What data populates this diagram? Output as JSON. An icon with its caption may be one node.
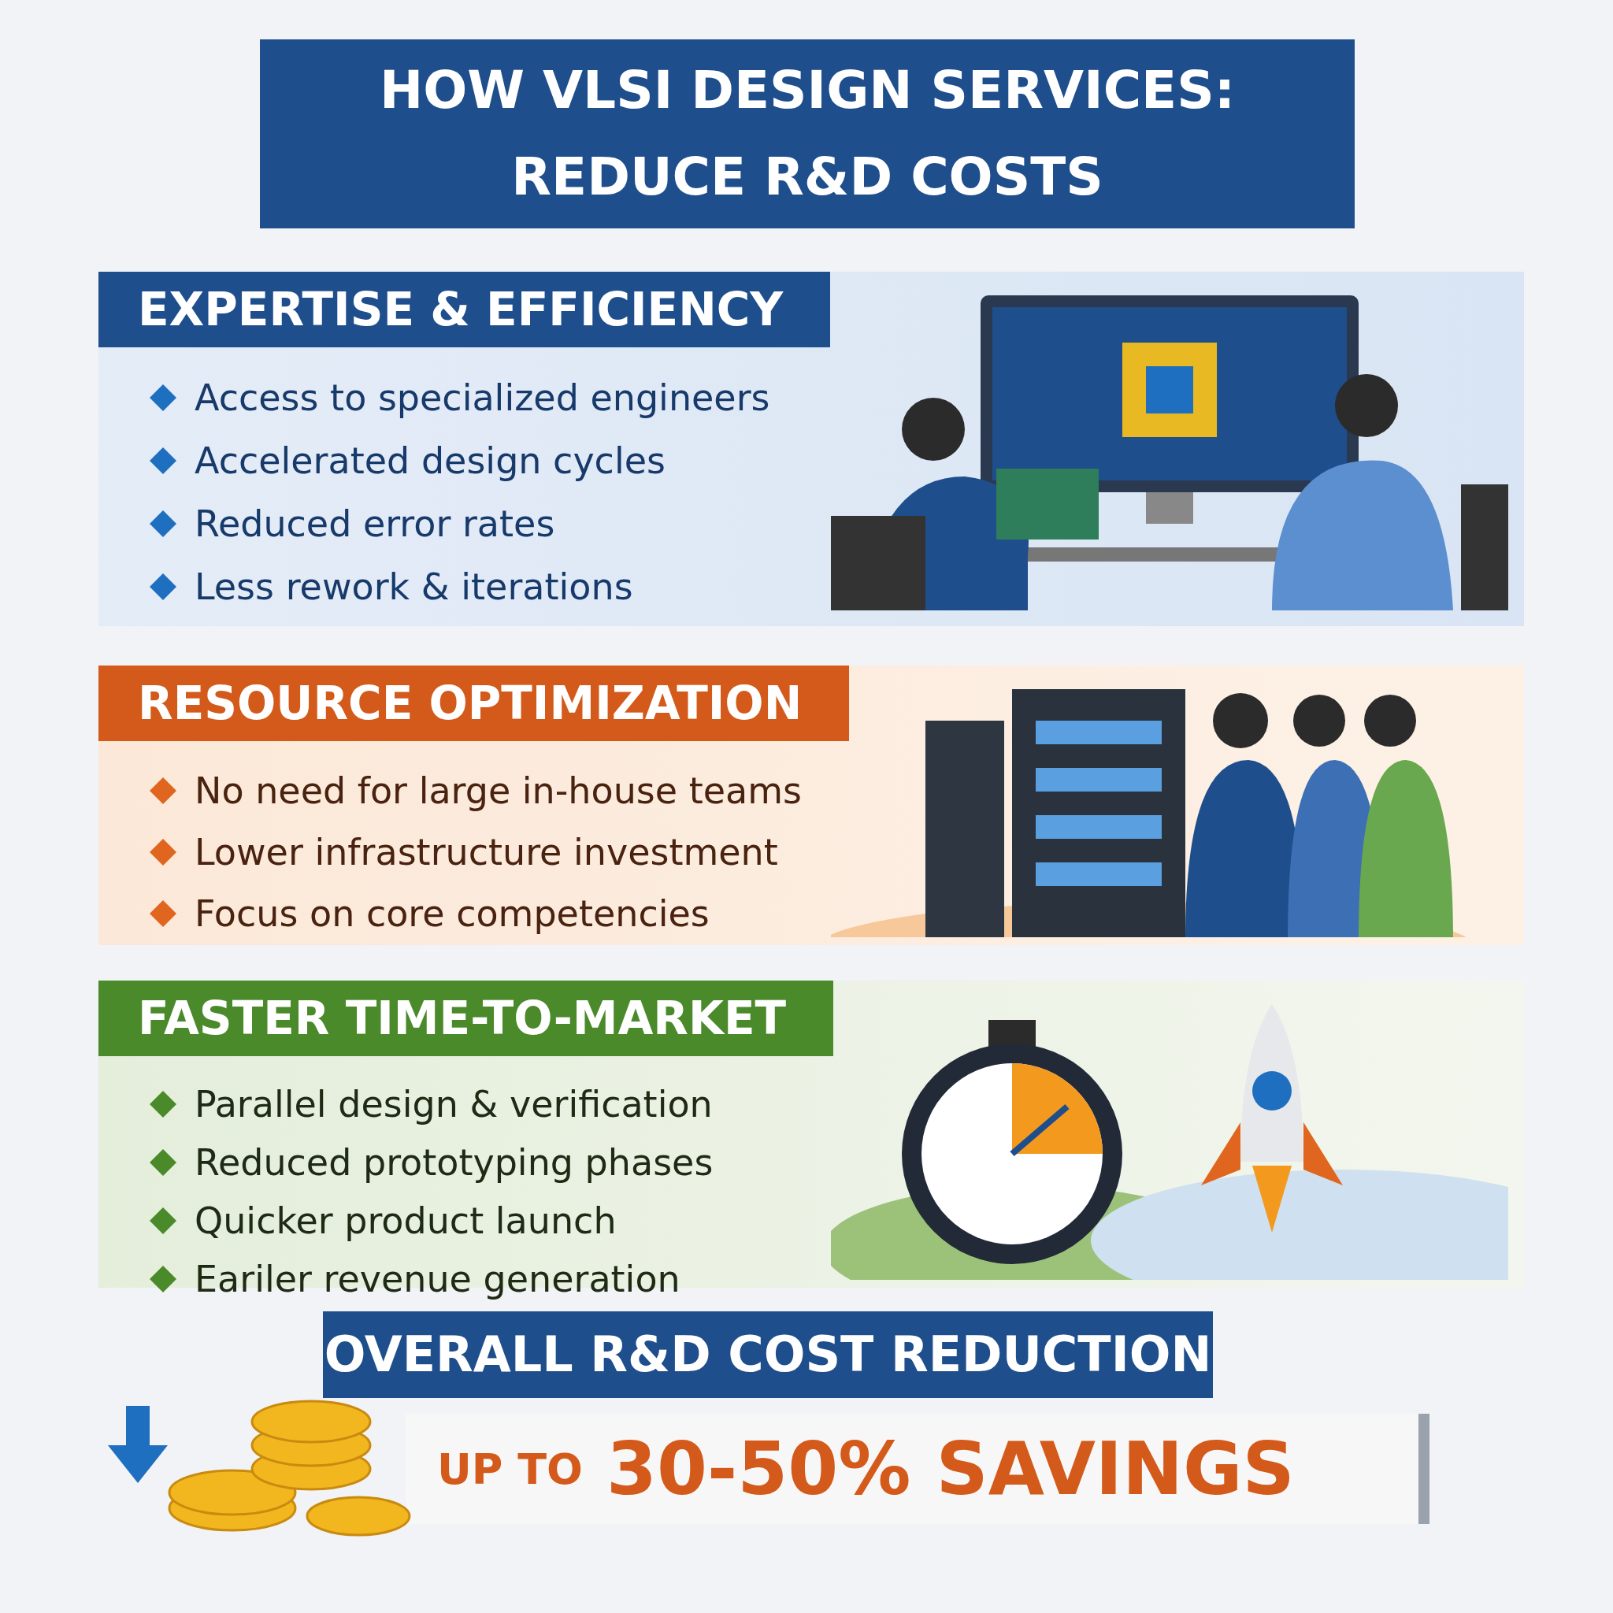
{
  "diagram": {
    "title": "HOW VLSI DESIGN SERVICES: REDUCE R&D COSTS",
    "nodes": [
      {
        "text": [
          "EXPERTISE & EFFICIENCY",
          "Access to specialized engineers",
          "Accelerated design cycles",
          "Reduced error rates",
          "Less rework & iterations"
        ]
      },
      {
        "text": [
          "RESOURCE OPTIMIZATION",
          "No need for large in-house teams",
          "Lower infrastructure investment",
          "Focus on core competencies"
        ]
      },
      {
        "text": [
          "FASTER TIME-TO-MARKET",
          "Parallel design & verification",
          "Reduced prototyping phases",
          "Quicker product launch",
          "Eariler revenue generation"
        ]
      },
      {
        "text": [
          "OVERALL R&D COST REDUCTION",
          "UP TO",
          "30-50% SAVINGS"
        ]
      }
    ]
  }
}
